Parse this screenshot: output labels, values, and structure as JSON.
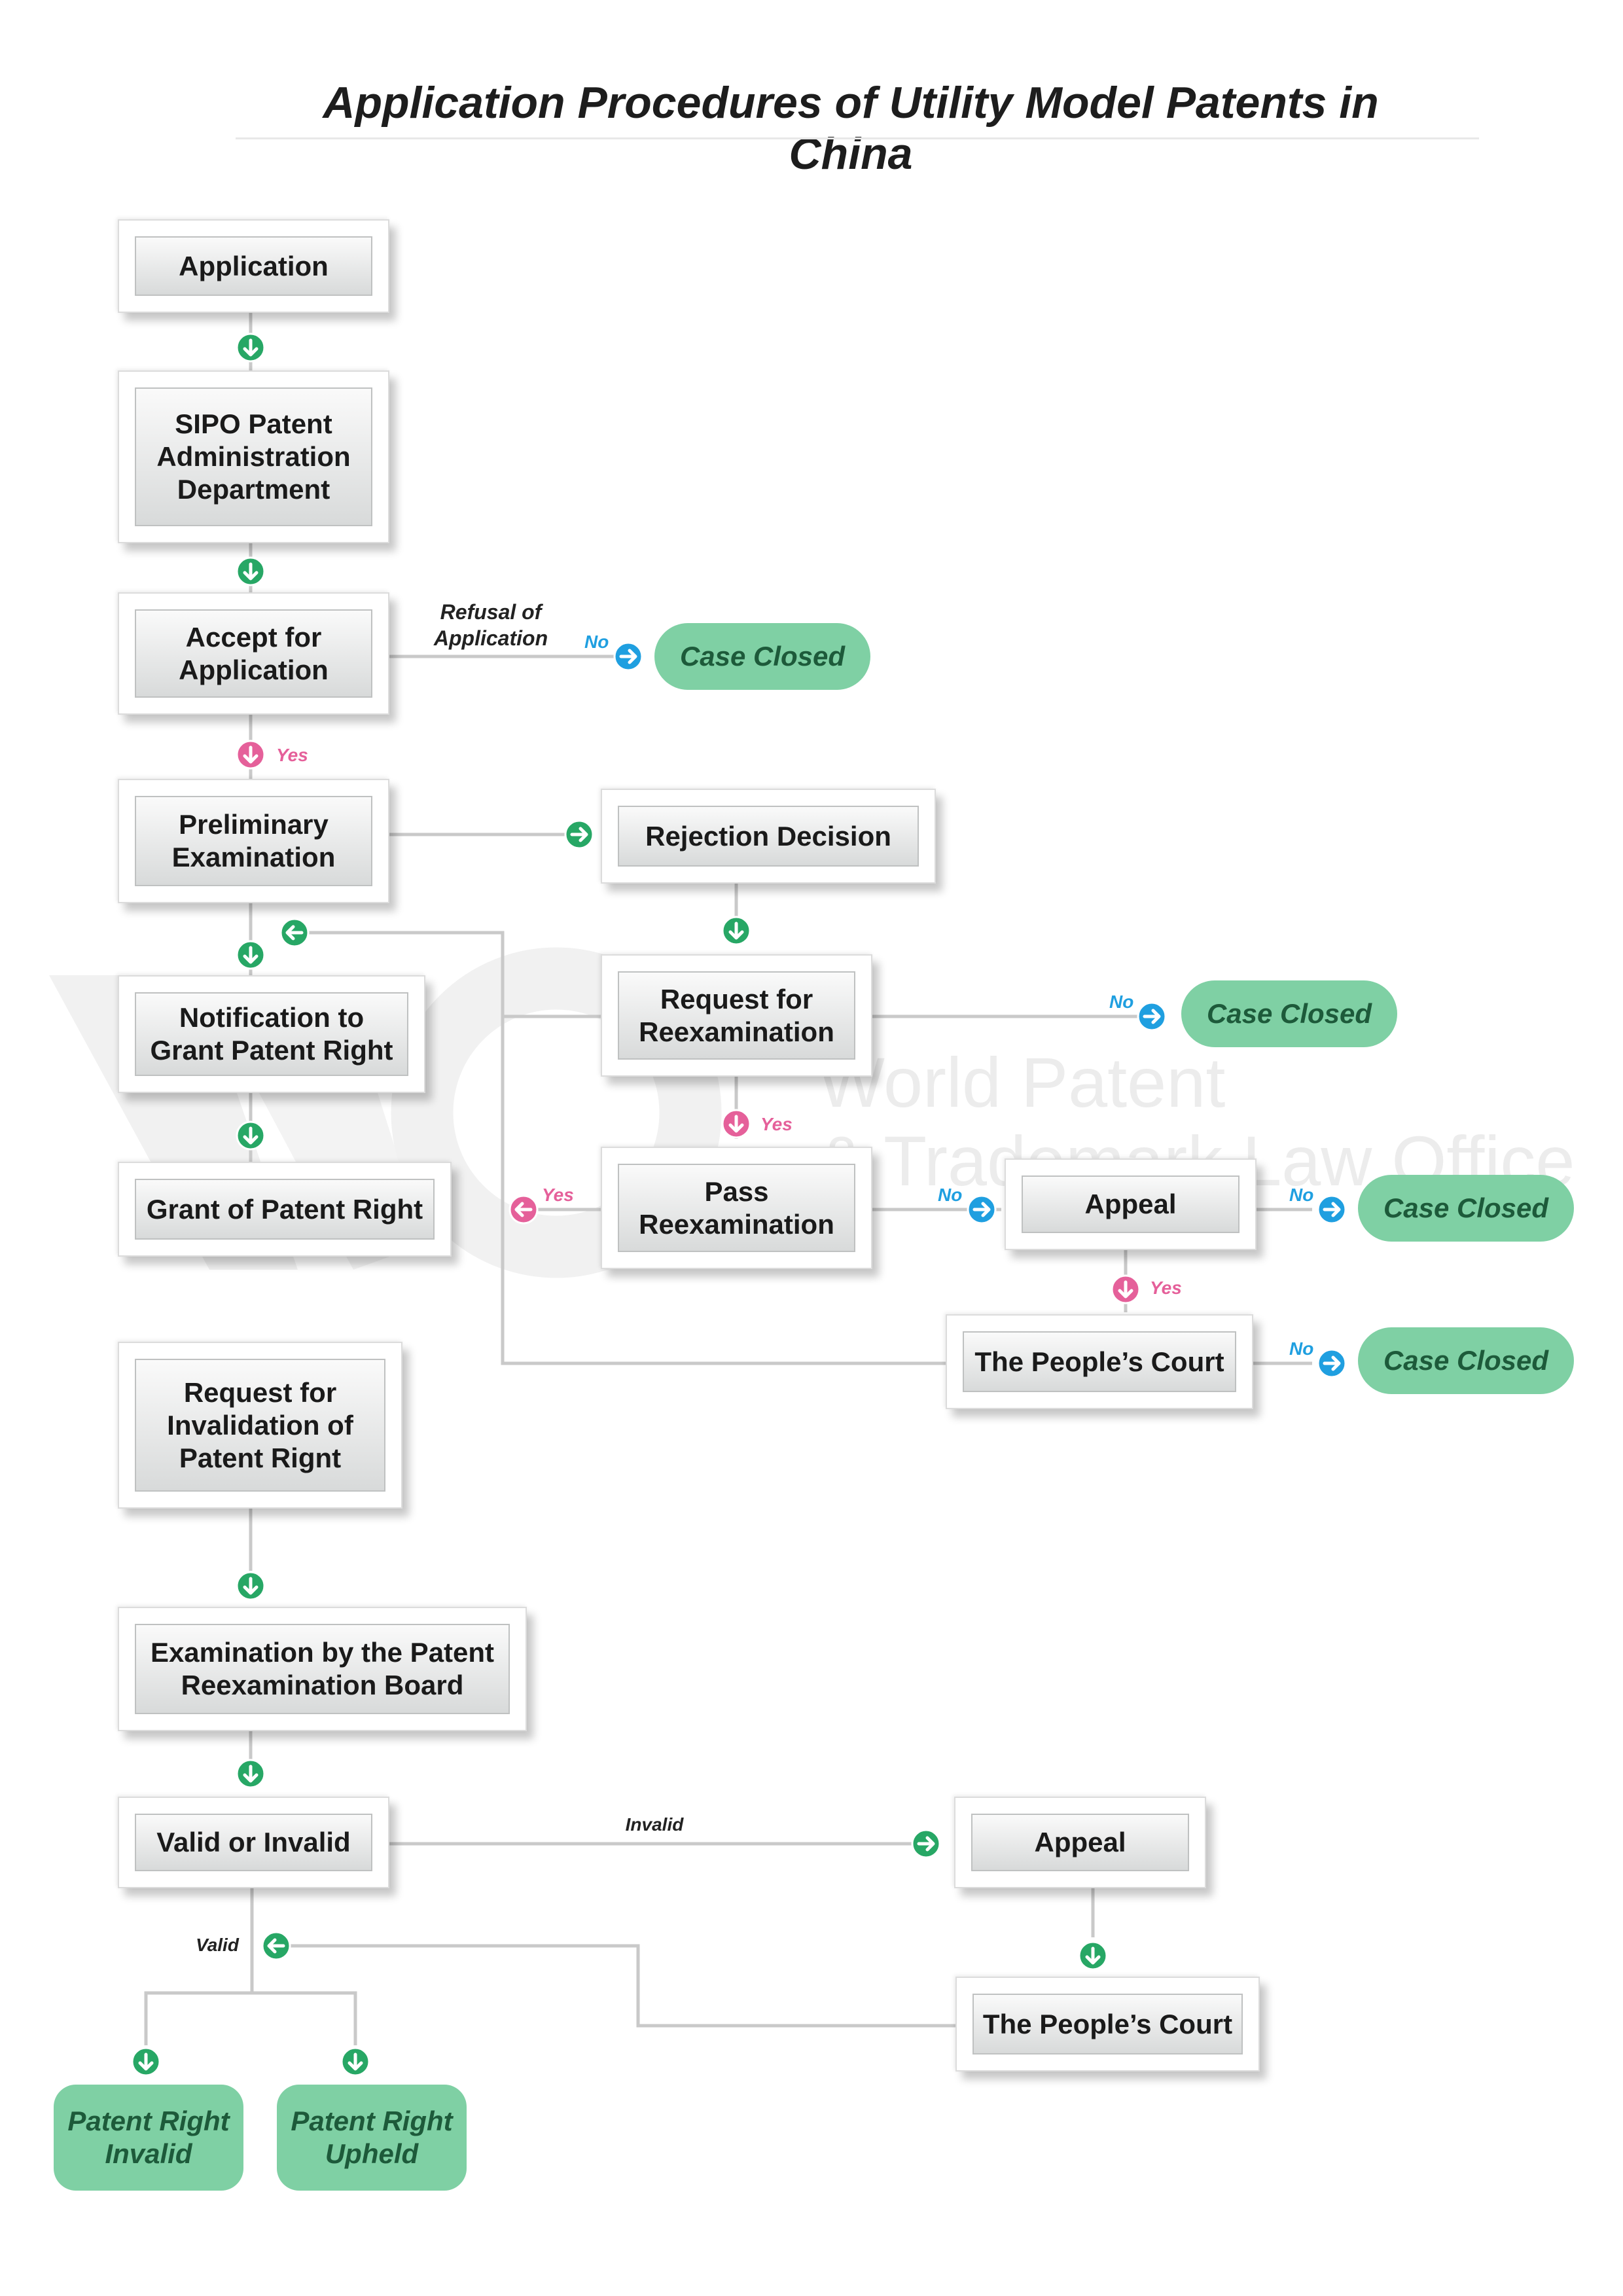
{
  "title": "Application Procedures of Utility Model Patents in China",
  "colors": {
    "box_border": "#bfc1c1",
    "pill_fill": "#7fd0a4",
    "pill_text": "#1d5a3a",
    "connector": "#c9c9c9",
    "arrow_green": "#27a765",
    "arrow_blue": "#1f9fe0",
    "arrow_pink": "#e5609a"
  },
  "watermark": {
    "line1": "World Patent",
    "line2": "& Trademark Law Office"
  },
  "nodes": {
    "application": "Application",
    "sipo": "SIPO Patent\nAdministration\nDepartment",
    "accept": "Accept for\nApplication",
    "preliminary": "Preliminary\nExamination",
    "rejection": "Rejection Decision",
    "notification": "Notification to\nGrant Patent Right",
    "grant": "Grant of Patent Right",
    "request_reexam": "Request for\nReexamination",
    "pass_reexam": "Pass\nReexamination",
    "appeal_1": "Appeal",
    "court_1": "The People’s Court",
    "request_invalidation": "Request for\nInvalidation of\nPatent Rignt",
    "examination_board": "Examination by the Patent\nReexamination Board",
    "valid_invalid": "Valid or Invalid",
    "appeal_2": "Appeal",
    "court_2": "The People’s Court",
    "case_closed_1": "Case Closed",
    "case_closed_2": "Case Closed",
    "case_closed_3": "Case Closed",
    "case_closed_4": "Case Closed",
    "patent_invalid": "Patent Right\nInvalid",
    "patent_upheld": "Patent Right\nUpheld"
  },
  "labels": {
    "refusal": "Refusal of\nApplication",
    "no": "No",
    "yes": "Yes",
    "invalid": "Invalid",
    "valid": "Valid"
  },
  "edges": [
    {
      "from": "application",
      "to": "sipo"
    },
    {
      "from": "sipo",
      "to": "accept"
    },
    {
      "from": "accept",
      "to": "case_closed_1",
      "label": "No",
      "note": "Refusal of Application"
    },
    {
      "from": "accept",
      "to": "preliminary",
      "label": "Yes"
    },
    {
      "from": "preliminary",
      "to": "rejection"
    },
    {
      "from": "preliminary",
      "to": "notification"
    },
    {
      "from": "notification",
      "to": "grant"
    },
    {
      "from": "rejection",
      "to": "request_reexam"
    },
    {
      "from": "request_reexam",
      "to": "case_closed_2",
      "label": "No"
    },
    {
      "from": "request_reexam",
      "to": "pass_reexam",
      "label": "Yes"
    },
    {
      "from": "pass_reexam",
      "to": "notification",
      "label": "Yes"
    },
    {
      "from": "pass_reexam",
      "to": "appeal_1",
      "label": "No"
    },
    {
      "from": "appeal_1",
      "to": "case_closed_3",
      "label": "No"
    },
    {
      "from": "appeal_1",
      "to": "court_1",
      "label": "Yes"
    },
    {
      "from": "court_1",
      "to": "case_closed_4",
      "label": "No"
    },
    {
      "from": "court_1",
      "to": "notification"
    },
    {
      "from": "request_invalidation",
      "to": "examination_board"
    },
    {
      "from": "examination_board",
      "to": "valid_invalid"
    },
    {
      "from": "valid_invalid",
      "to": "appeal_2",
      "label": "Invalid"
    },
    {
      "from": "valid_invalid",
      "to": "patent_invalid",
      "label": "Valid"
    },
    {
      "from": "valid_invalid",
      "to": "patent_upheld",
      "label": "Valid"
    },
    {
      "from": "appeal_2",
      "to": "court_2"
    },
    {
      "from": "court_2",
      "to": "valid_invalid"
    }
  ]
}
